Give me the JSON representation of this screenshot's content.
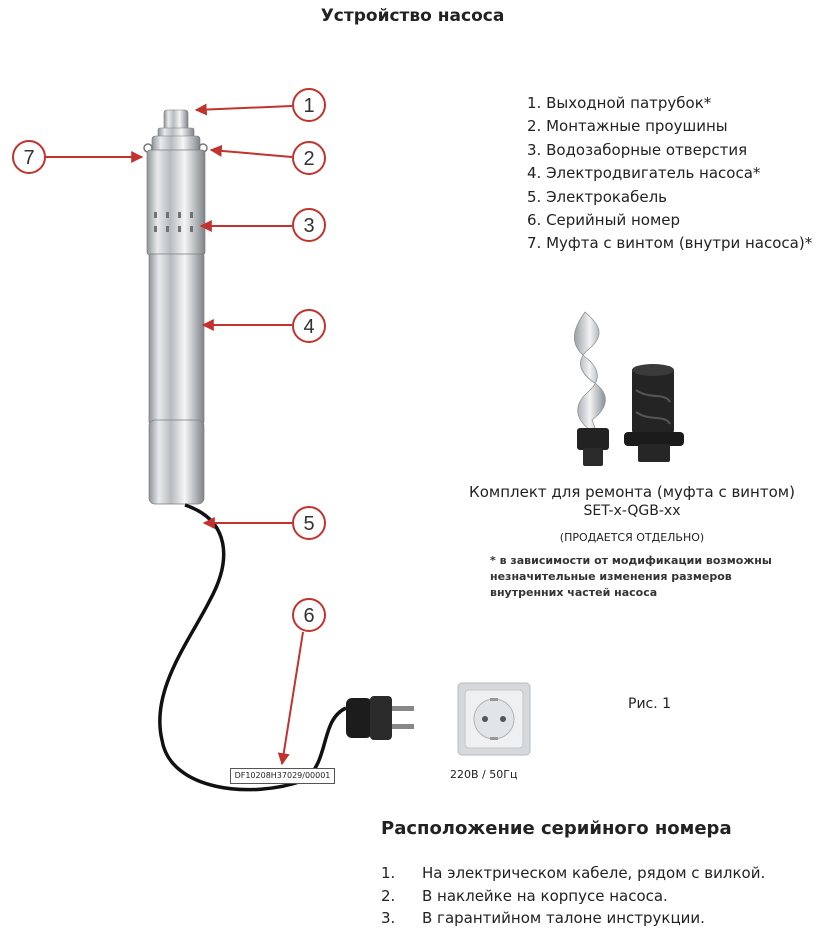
{
  "title": "Устройство насоса",
  "parts": [
    "1. Выходной патрубок*",
    "2. Монтажные проушины",
    "3. Водозаборные отверстия",
    "4. Электродвигатель насоса*",
    "5. Электрокабель",
    "6. Серийный номер",
    "7. Муфта с винтом (внутри насоса)*"
  ],
  "callouts": [
    "1",
    "2",
    "3",
    "4",
    "5",
    "6",
    "7"
  ],
  "kit": {
    "caption": "Комплект для ремонта (муфта с винтом)",
    "code": "SET-x-QGB-xx",
    "note": "(ПРОДАЕТСЯ ОТДЕЛЬНО)"
  },
  "modification_note": "* в зависимости от модификации возможны незначительные изменения размеров внутренних частей насоса",
  "figure_label": "Рис. 1",
  "voltage": "220В / 50Гц",
  "serial_label": "DF10208H37029/00001",
  "serial_section": {
    "title": "Расположение серийного номера",
    "items": [
      {
        "num": "1.",
        "text": "На электрическом кабеле, рядом с вилкой."
      },
      {
        "num": "2.",
        "text": "В наклейке на корпусе насоса."
      },
      {
        "num": "3.",
        "text": "В гарантийном талоне инструкции."
      }
    ]
  },
  "colors": {
    "callout": "#c2332e",
    "cable": "#111111",
    "steel": "#c9ccd0"
  }
}
